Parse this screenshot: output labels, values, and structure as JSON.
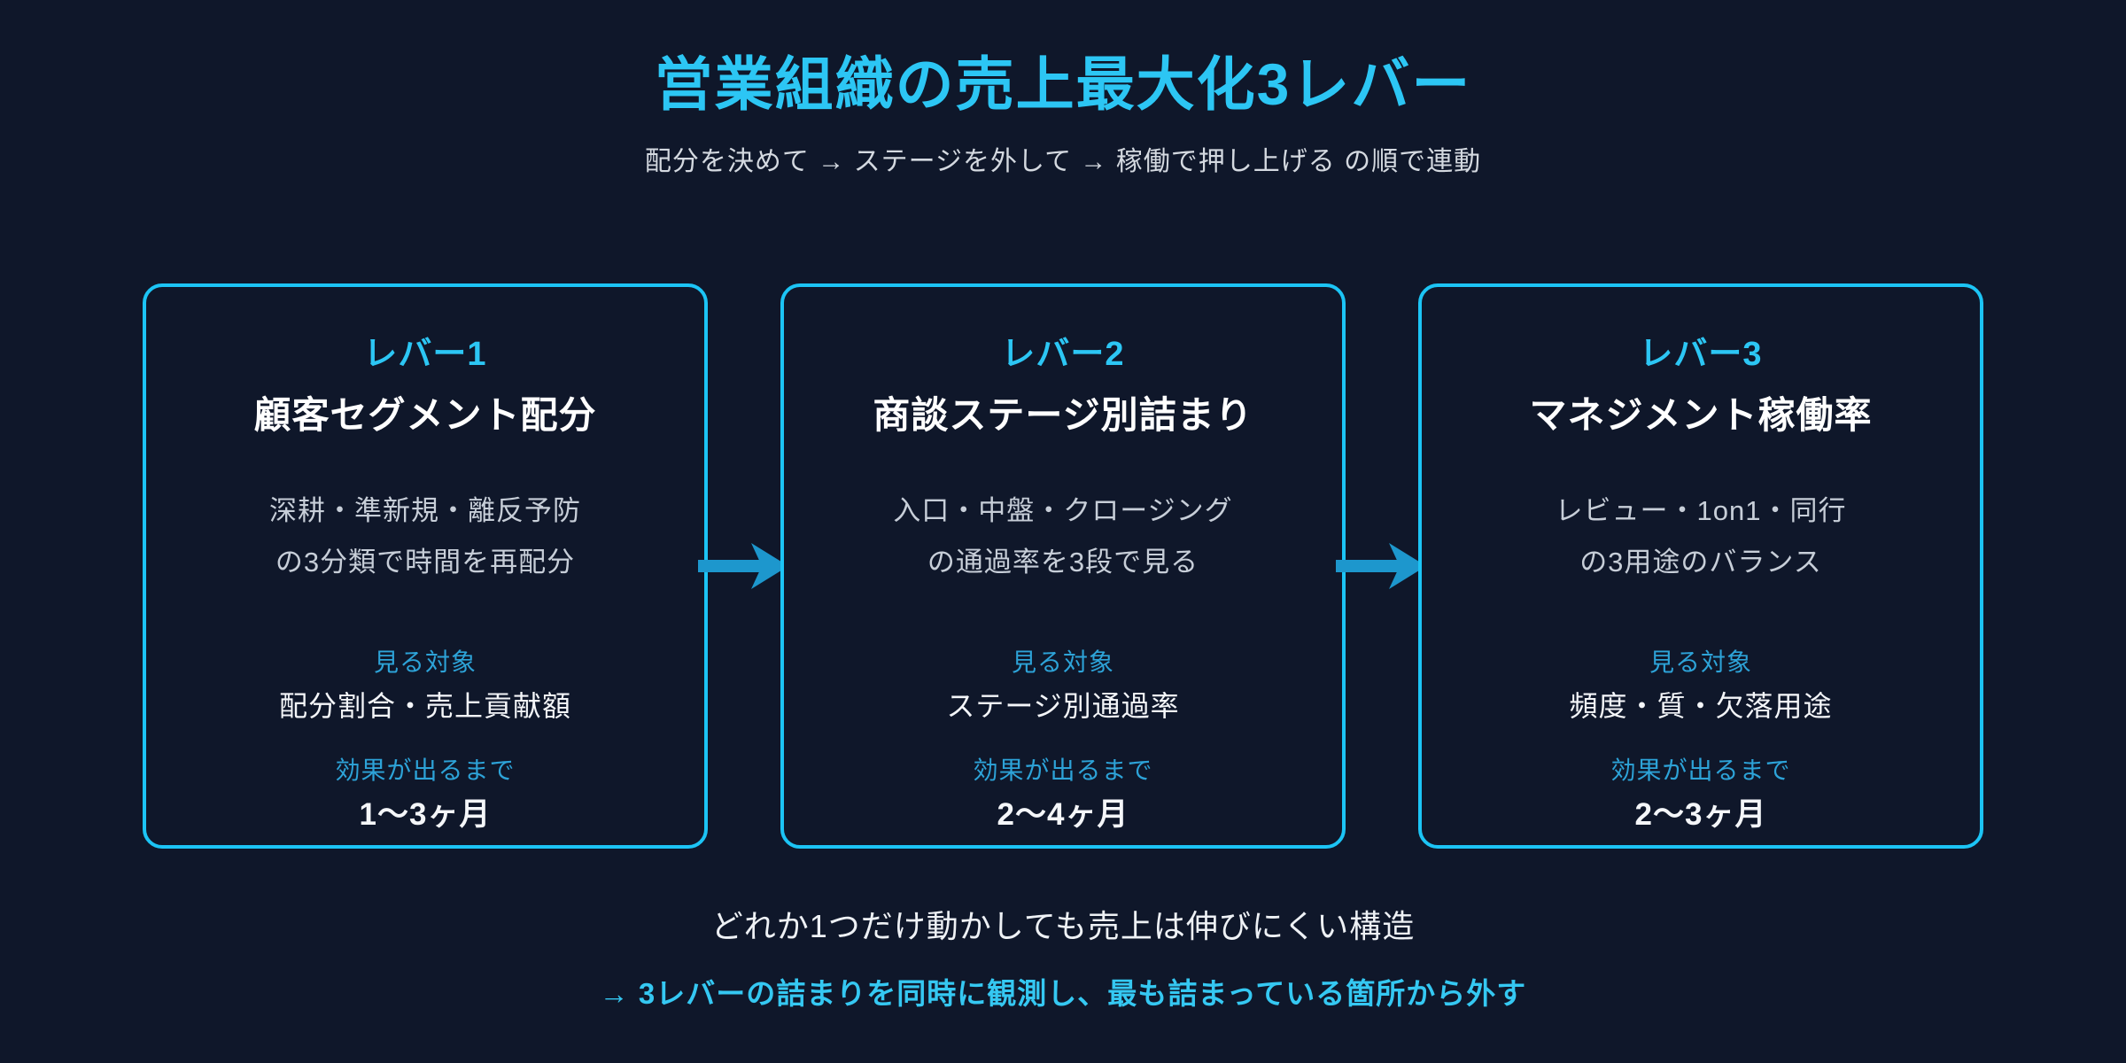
{
  "page": {
    "title": "営業組織の売上最大化3レバー",
    "subtitle": "配分を決めて → ステージを外して → 稼働で押し上げる の順で連動",
    "footer_line1": "どれか1つだけ動かしても売上は伸びにくい構造",
    "footer_line2": "→ 3レバーの詰まりを同時に観測し、最も詰まっている箇所から外す"
  },
  "colors": {
    "background": "#0f172a",
    "accent_cyan": "#2cc6f4",
    "card_border": "#1cc4f5",
    "label_blue": "#2da3d8",
    "arrow_blue": "#1d97cd",
    "body_gray": "#c7ced8",
    "white": "#f4f6f9"
  },
  "icons": {
    "arrow_right": "arrow-right-icon"
  },
  "cards": [
    {
      "lever": "レバー1",
      "title": "顧客セグメント配分",
      "desc_line1": "深耕・準新規・離反予防",
      "desc_line2": "の3分類で時間を再配分",
      "watch_label": "見る対象",
      "watch_value": "配分割合・売上貢献額",
      "effect_label": "効果が出るまで",
      "effect_value": "1〜3ヶ月"
    },
    {
      "lever": "レバー2",
      "title": "商談ステージ別詰まり",
      "desc_line1": "入口・中盤・クロージング",
      "desc_line2": "の通過率を3段で見る",
      "watch_label": "見る対象",
      "watch_value": "ステージ別通過率",
      "effect_label": "効果が出るまで",
      "effect_value": "2〜4ヶ月"
    },
    {
      "lever": "レバー3",
      "title": "マネジメント稼働率",
      "desc_line1": "レビュー・1on1・同行",
      "desc_line2": "の3用途のバランス",
      "watch_label": "見る対象",
      "watch_value": "頻度・質・欠落用途",
      "effect_label": "効果が出るまで",
      "effect_value": "2〜3ヶ月"
    }
  ]
}
